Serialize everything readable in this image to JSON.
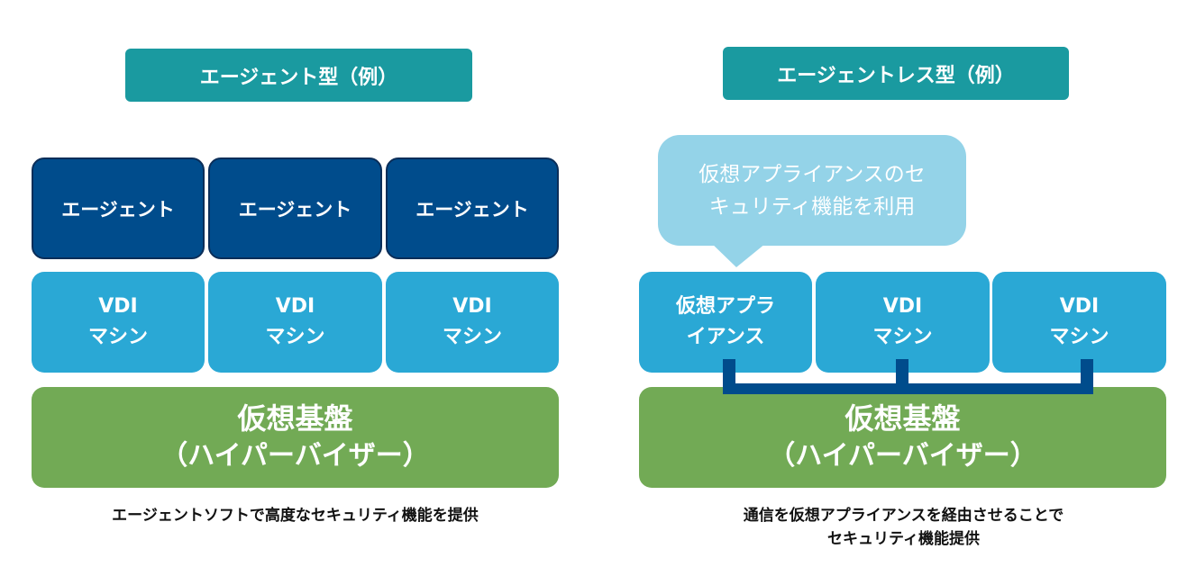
{
  "left": {
    "title": "エージェント型（例）",
    "agents": [
      "エージェント",
      "エージェント",
      "エージェント"
    ],
    "vms": [
      {
        "line1": "VDI",
        "line2": "マシン"
      },
      {
        "line1": "VDI",
        "line2": "マシン"
      },
      {
        "line1": "VDI",
        "line2": "マシン"
      }
    ],
    "base": {
      "line1": "仮想基盤",
      "line2": "（ハイパーバイザー）"
    },
    "caption": "エージェントソフトで高度なセキュリティ機能を提供"
  },
  "right": {
    "title": "エージェントレス型（例）",
    "bubble": {
      "line1": "仮想アプライアンスのセ",
      "line2": "キュリティ機能を利用"
    },
    "vms": [
      {
        "line1": "仮想アプラ",
        "line2": "イアンス"
      },
      {
        "line1": "VDI",
        "line2": "マシン"
      },
      {
        "line1": "VDI",
        "line2": "マシン"
      }
    ],
    "base": {
      "line1": "仮想基盤",
      "line2": "（ハイパーバイザー）"
    },
    "caption": {
      "line1": "通信を仮想アプライアンスを経由させることで",
      "line2": "セキュリティ機能提供"
    }
  }
}
